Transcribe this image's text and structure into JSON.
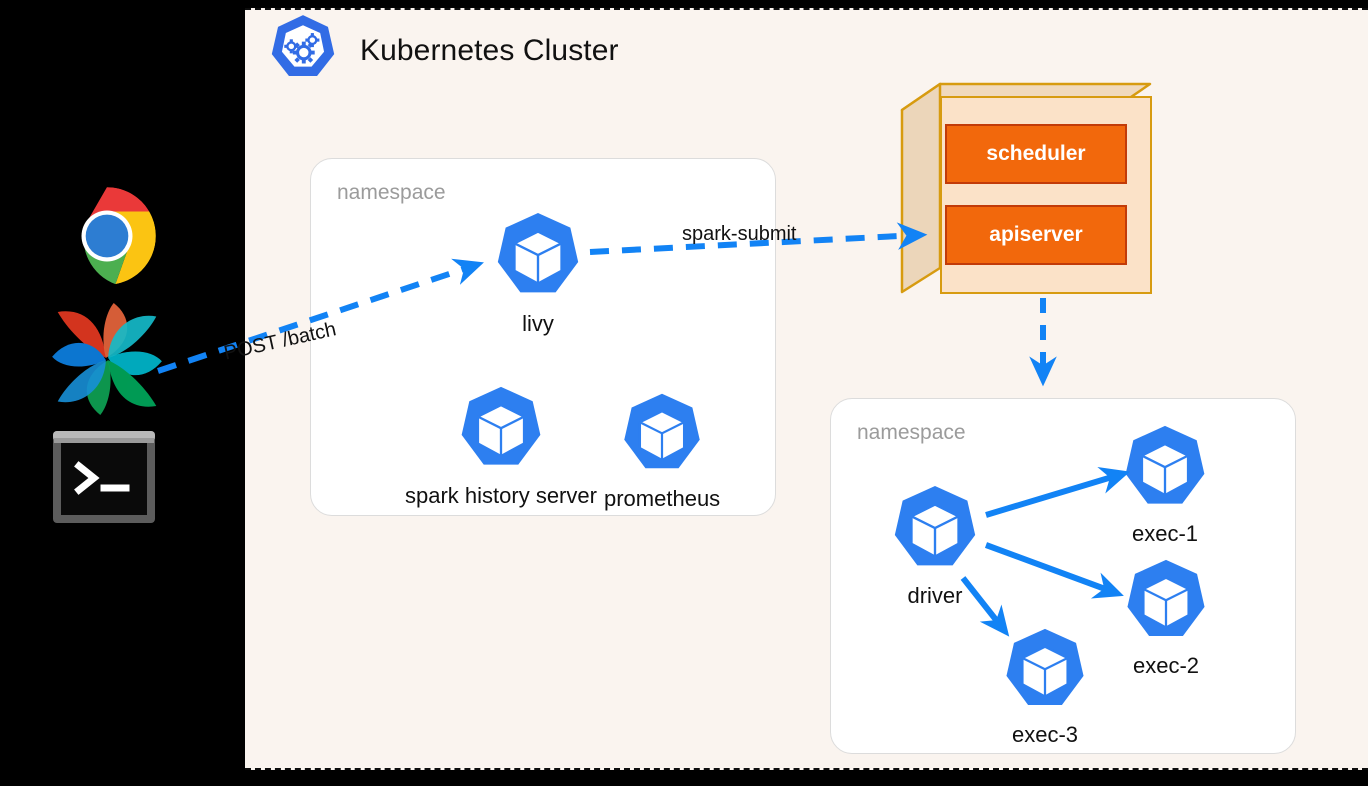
{
  "cluster": {
    "title": "Kubernetes Cluster",
    "logo_icon": "kubernetes-logo-icon",
    "background_color": "#faf4ef"
  },
  "dock": {
    "items": [
      {
        "name": "chrome-icon",
        "label": "Chrome"
      },
      {
        "name": "airflow-icon",
        "label": "Apache Airflow"
      },
      {
        "name": "terminal-icon",
        "label": "Terminal"
      }
    ]
  },
  "namespaces": [
    {
      "id": "services",
      "label": "namespace",
      "pods": [
        {
          "id": "livy",
          "label": "livy"
        },
        {
          "id": "spark-history-server",
          "label": "spark history server"
        },
        {
          "id": "prometheus",
          "label": "prometheus"
        }
      ]
    },
    {
      "id": "executors",
      "label": "namespace",
      "pods": [
        {
          "id": "driver",
          "label": "driver"
        },
        {
          "id": "exec-1",
          "label": "exec-1"
        },
        {
          "id": "exec-2",
          "label": "exec-2"
        },
        {
          "id": "exec-3",
          "label": "exec-3"
        }
      ]
    }
  ],
  "control_plane": {
    "components": [
      {
        "id": "scheduler",
        "label": "scheduler"
      },
      {
        "id": "apiserver",
        "label": "apiserver"
      }
    ],
    "fill_color": "#fbe2c8",
    "border_color": "#d79b10",
    "component_color": "#f2680c"
  },
  "edges": [
    {
      "id": "post-batch",
      "label": "POST /batch",
      "style": "dashed",
      "from": "airflow-icon",
      "to": "livy"
    },
    {
      "id": "spark-submit",
      "label": "spark-submit",
      "style": "dashed",
      "from": "livy",
      "to": "apiserver"
    },
    {
      "id": "schedule-pods",
      "label": "",
      "style": "dashed",
      "from": "apiserver",
      "to": "executors-namespace"
    },
    {
      "id": "driver-exec1",
      "label": "",
      "style": "solid",
      "from": "driver",
      "to": "exec-1"
    },
    {
      "id": "driver-exec2",
      "label": "",
      "style": "solid",
      "from": "driver",
      "to": "exec-2"
    },
    {
      "id": "driver-exec3",
      "label": "",
      "style": "solid",
      "from": "driver",
      "to": "exec-3"
    }
  ],
  "colors": {
    "k8s_blue": "#1a73e8",
    "arrow_blue": "#1283f5",
    "namespace_border": "#dcdcdc",
    "namespace_label": "#9b9b9b",
    "text": "#111111"
  }
}
